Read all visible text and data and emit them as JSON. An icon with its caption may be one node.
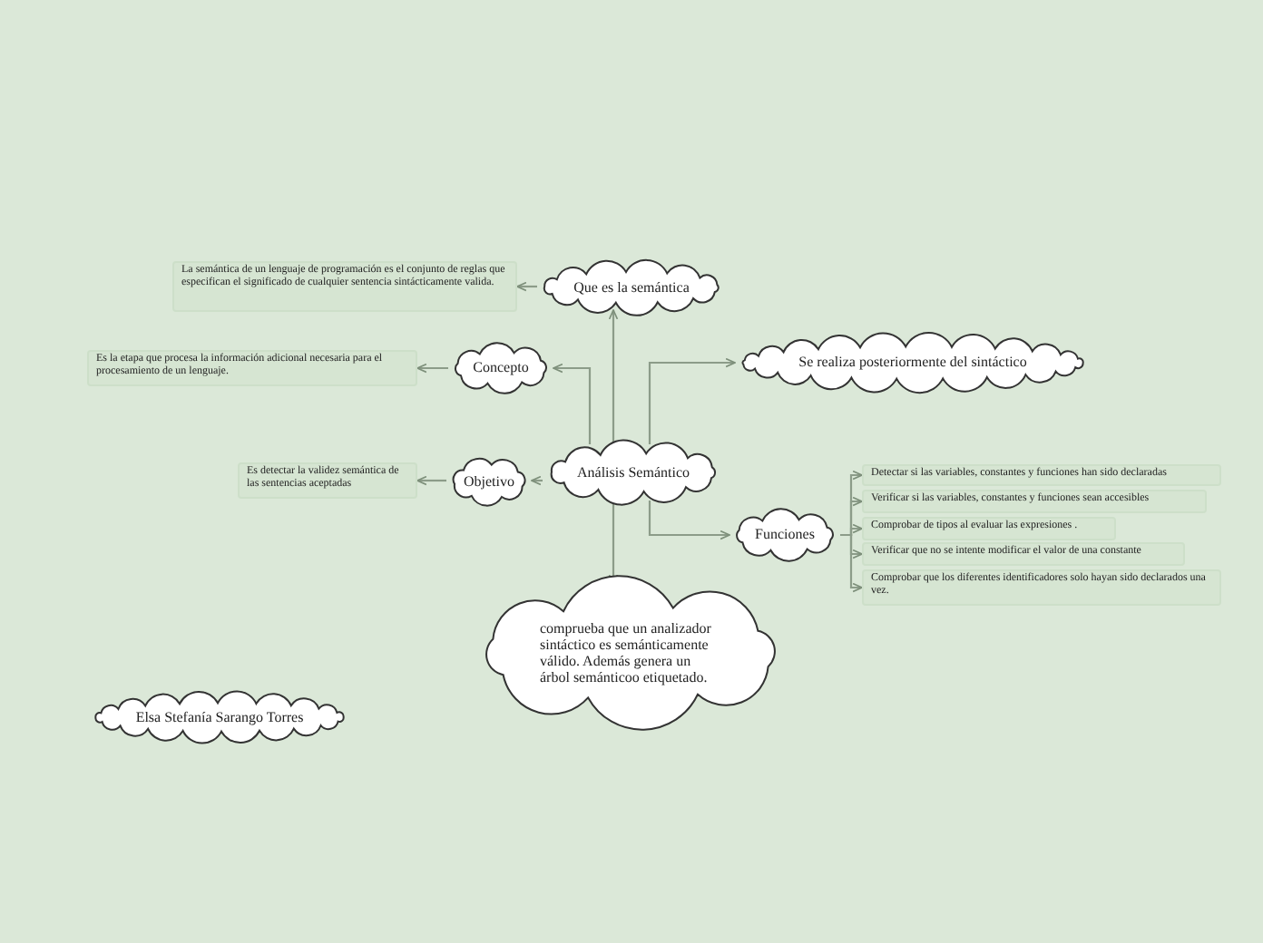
{
  "diagram": {
    "nodes": [
      {
        "text": [
          "La semántica de un lenguaje de programación es el conjunto de  reglas que especifican el significado de cualquier sentencia sintácticamente valida."
        ]
      },
      {
        "text": [
          "Que es la semántica"
        ]
      },
      {
        "text": [
          "Es la etapa que procesa la información adicional necesaria para el procesamiento de un lenguaje."
        ]
      },
      {
        "text": [
          "Concepto"
        ]
      },
      {
        "text": [
          "Se realiza posteriormente del sintáctico"
        ]
      },
      {
        "text": [
          "Análisis Semántico"
        ]
      },
      {
        "text": [
          "Es detectar la validez semántica de las sentencias aceptadas"
        ]
      },
      {
        "text": [
          "Objetivo"
        ]
      },
      {
        "text": [
          "Detectar si las variables, constantes y funciones han sido declaradas"
        ]
      },
      {
        "text": [
          "Verificar  si las variables, constantes y funciones sean accesibles"
        ]
      },
      {
        "text": [
          "Funciones"
        ]
      },
      {
        "text": [
          "Comprobar de tipos al evaluar las expresiones ."
        ]
      },
      {
        "text": [
          "Verificar que no se intente modificar el valor de una constante"
        ]
      },
      {
        "text": [
          "Comprobar que los diferentes identificadores solo hayan sido declarados una vez."
        ]
      },
      {
        "text": [
          "comprueba que un analizador sintáctico es semánticamente válido. Además genera un árbol semánticoo etiquetado."
        ]
      },
      {
        "text": [
          "Elsa Stefanía Sarango Torres"
        ]
      }
    ],
    "edges": [
      {
        "from": 5,
        "to": 1,
        "arrow": "to"
      },
      {
        "from": 5,
        "to": 3,
        "arrow": "to"
      },
      {
        "from": 5,
        "to": 7,
        "arrow": "to"
      },
      {
        "from": 5,
        "to": 4,
        "arrow": "to"
      },
      {
        "from": 5,
        "to": 10,
        "arrow": "to"
      },
      {
        "from": 5,
        "to": 14,
        "arrow": "to"
      },
      {
        "from": 1,
        "to": 0,
        "arrow": "to"
      },
      {
        "from": 3,
        "to": 2,
        "arrow": "to"
      },
      {
        "from": 7,
        "to": 6,
        "arrow": "to"
      },
      {
        "from": 10,
        "to": 8,
        "arrow": "to"
      },
      {
        "from": 10,
        "to": 9,
        "arrow": "to"
      },
      {
        "from": 10,
        "to": 11,
        "arrow": "to"
      },
      {
        "from": 10,
        "to": 12,
        "arrow": "to"
      },
      {
        "from": 10,
        "to": 13,
        "arrow": "to"
      }
    ]
  }
}
